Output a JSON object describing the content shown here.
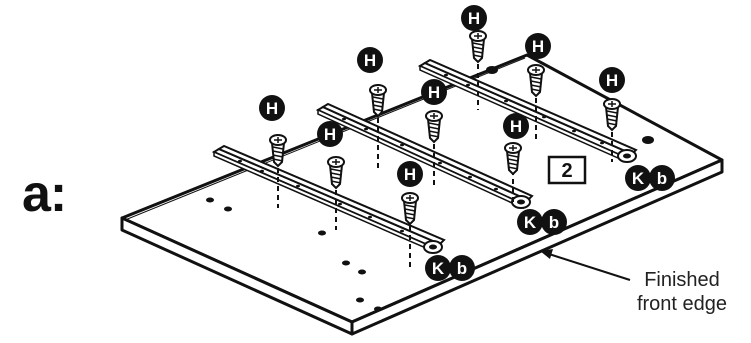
{
  "step": {
    "label": "a:"
  },
  "callout": {
    "text": "2"
  },
  "caption": {
    "line1": "Finished",
    "line2": "front edge"
  },
  "hardware": {
    "screw_label": "H",
    "hinge_labels": [
      "K",
      "b"
    ],
    "screw_count": 9,
    "rail_count": 3
  },
  "colors": {
    "ink": "#111111",
    "badge": "#111111",
    "badge_text": "#ffffff",
    "paper": "#ffffff"
  }
}
